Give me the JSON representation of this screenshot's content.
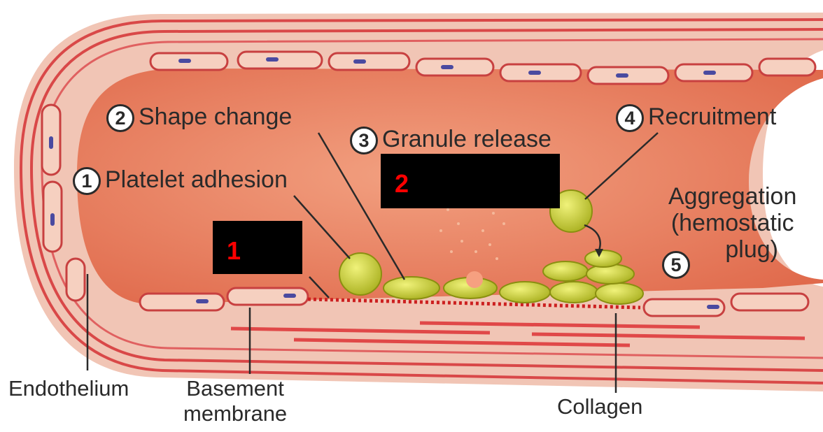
{
  "labels": {
    "step1": {
      "num": "1",
      "text": "Platelet adhesion"
    },
    "step2": {
      "num": "2",
      "text": "Shape change"
    },
    "step3": {
      "num": "3",
      "text": "Granule release"
    },
    "step4": {
      "num": "4",
      "text": "Recruitment"
    },
    "step5": {
      "num": "5",
      "text_lines": [
        "Aggregation",
        "(hemostatic",
        "plug)"
      ]
    },
    "endothelium": "Endothelium",
    "basement_membrane": [
      "Basement",
      "membrane"
    ],
    "collagen": "Collagen"
  },
  "masks": {
    "mask1": "1",
    "mask2": "2"
  },
  "colors": {
    "lumen": "#e77a5c",
    "wall": "#e06060",
    "platelet": "#c8cf3a",
    "mask_text": "#ff0000"
  }
}
